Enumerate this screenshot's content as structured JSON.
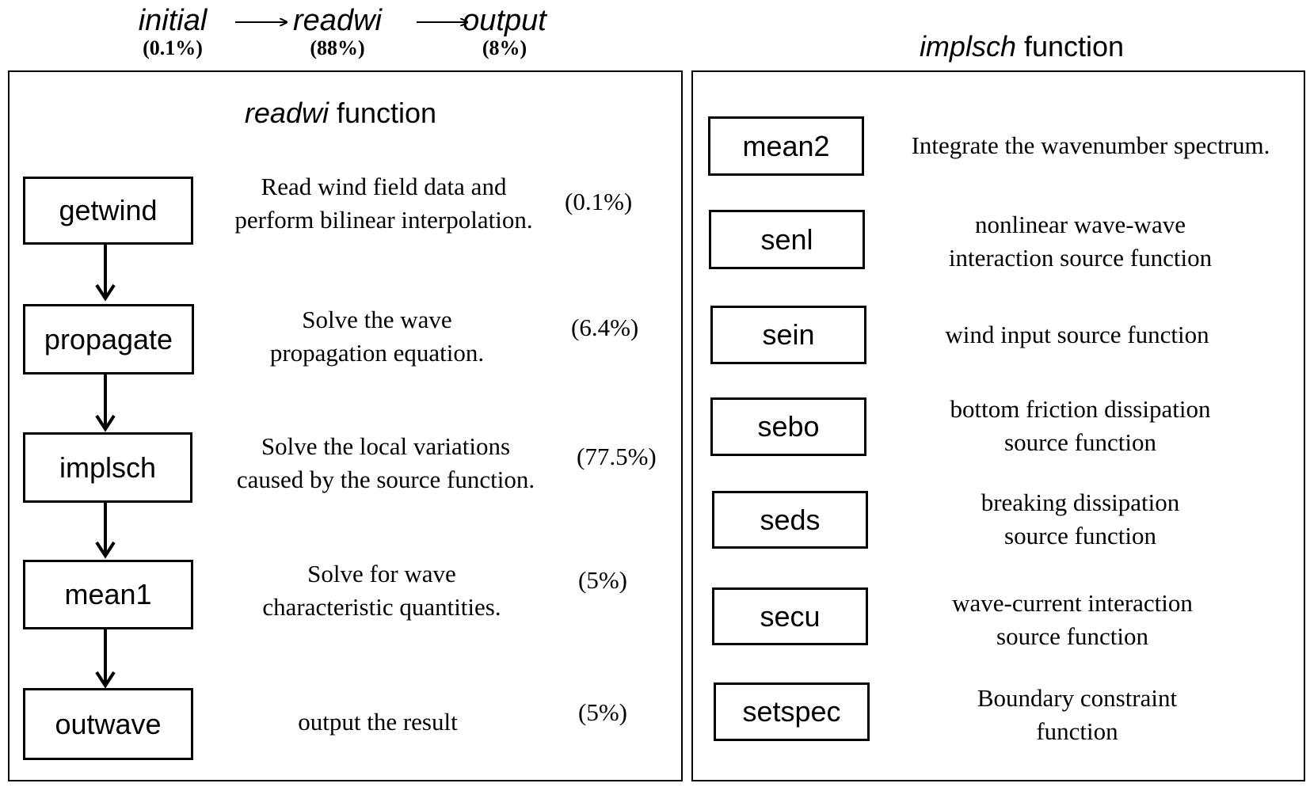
{
  "pipeline": {
    "stages": [
      {
        "name": "initial",
        "percent": "(0.1%)"
      },
      {
        "name": "readwi",
        "percent": "(88%)"
      },
      {
        "name": "output",
        "percent": "(8%)"
      }
    ]
  },
  "readwi_panel": {
    "title_italic": "readwi",
    "title_rest": " function",
    "steps": [
      {
        "name": "getwind",
        "desc": [
          "Read wind field data and",
          "perform bilinear interpolation."
        ],
        "percent": "(0.1%)"
      },
      {
        "name": "propagate",
        "desc": [
          "Solve the wave",
          "propagation equation."
        ],
        "percent": "(6.4%)"
      },
      {
        "name": "implsch",
        "desc": [
          "Solve the local variations",
          "caused by the source function."
        ],
        "percent": "(77.5%)"
      },
      {
        "name": "mean1",
        "desc": [
          "Solve for wave",
          "characteristic quantities."
        ],
        "percent": "(5%)"
      },
      {
        "name": "outwave",
        "desc": [
          "output the result"
        ],
        "percent": "(5%)"
      }
    ]
  },
  "implsch_panel": {
    "title_italic": "implsch",
    "title_rest": " function",
    "items": [
      {
        "name": "mean2",
        "desc": [
          "Integrate the wavenumber spectrum."
        ]
      },
      {
        "name": "senl",
        "desc": [
          "nonlinear wave-wave",
          "interaction source function"
        ]
      },
      {
        "name": "sein",
        "desc": [
          "wind input source function"
        ]
      },
      {
        "name": "sebo",
        "desc": [
          "bottom friction dissipation",
          "source function"
        ]
      },
      {
        "name": "seds",
        "desc": [
          "breaking dissipation",
          "source function"
        ]
      },
      {
        "name": "secu",
        "desc": [
          "wave-current interaction",
          "source function"
        ]
      },
      {
        "name": "setspec",
        "desc": [
          "Boundary constraint",
          "function"
        ]
      }
    ]
  }
}
